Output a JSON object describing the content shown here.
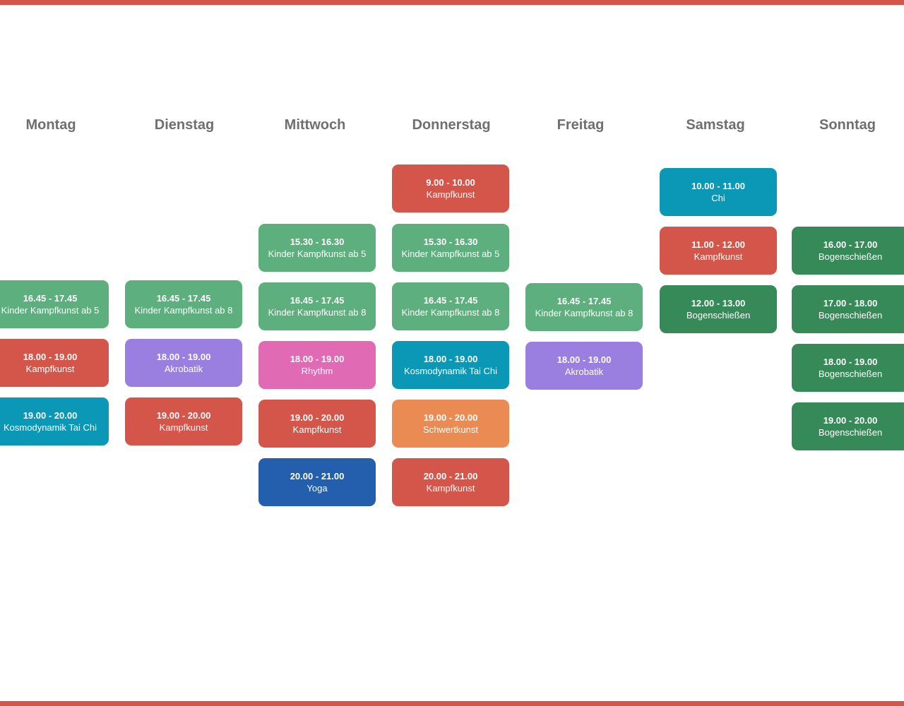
{
  "colors": {
    "accent_bar": "#d4554a",
    "heading": "#6f6f6f",
    "green_light": "#5daf7d",
    "green_dark": "#358a57",
    "red": "#d4554a",
    "purple": "#9b7fe0",
    "pink": "#e06bb4",
    "teal": "#0a98b6",
    "orange": "#e98b52",
    "blue": "#245fad"
  },
  "days": [
    {
      "name": "Montag",
      "events": [
        {
          "time": "16.45 - 17.45",
          "title": "Kinder Kampfkunst ab 5",
          "color": "green_light"
        },
        {
          "time": "18.00 - 19.00",
          "title": "Kampfkunst",
          "color": "red"
        },
        {
          "time": "19.00 - 20.00",
          "title": "Kosmodynamik Tai Chi",
          "color": "teal"
        }
      ]
    },
    {
      "name": "Dienstag",
      "events": [
        {
          "time": "16.45 - 17.45",
          "title": "Kinder Kampfkunst ab 8",
          "color": "green_light"
        },
        {
          "time": "18.00 - 19.00",
          "title": "Akrobatik",
          "color": "purple"
        },
        {
          "time": "19.00 - 20.00",
          "title": "Kampfkunst",
          "color": "red"
        }
      ]
    },
    {
      "name": "Mittwoch",
      "events": [
        {
          "time": "15.30 - 16.30",
          "title": "Kinder Kampfkunst ab 5",
          "color": "green_light"
        },
        {
          "time": "16.45 - 17.45",
          "title": "Kinder Kampfkunst ab 8",
          "color": "green_light"
        },
        {
          "time": "18.00 - 19.00",
          "title": "Rhythm",
          "color": "pink"
        },
        {
          "time": "19.00 - 20.00",
          "title": "Kampfkunst",
          "color": "red"
        },
        {
          "time": "20.00 - 21.00",
          "title": "Yoga",
          "color": "blue"
        }
      ]
    },
    {
      "name": "Donnerstag",
      "events": [
        {
          "time": "9.00 - 10.00",
          "title": "Kampfkunst",
          "color": "red"
        },
        {
          "time": "15.30 - 16.30",
          "title": "Kinder Kampfkunst ab 5",
          "color": "green_light"
        },
        {
          "time": "16.45 - 17.45",
          "title": "Kinder Kampfkunst ab 8",
          "color": "green_light"
        },
        {
          "time": "18.00 - 19.00",
          "title": "Kosmodynamik Tai Chi",
          "color": "teal"
        },
        {
          "time": "19.00 - 20.00",
          "title": "Schwertkunst",
          "color": "orange"
        },
        {
          "time": "20.00 - 21.00",
          "title": "Kampfkunst",
          "color": "red"
        }
      ]
    },
    {
      "name": "Freitag",
      "events": [
        {
          "time": "16.45 - 17.45",
          "title": "Kinder Kampfkunst ab 8",
          "color": "green_light"
        },
        {
          "time": "18.00 - 19.00",
          "title": "Akrobatik",
          "color": "purple"
        }
      ]
    },
    {
      "name": "Samstag",
      "events": [
        {
          "time": "10.00 - 11.00",
          "title": "Chi",
          "color": "teal"
        },
        {
          "time": "11.00 - 12.00",
          "title": "Kampfkunst",
          "color": "red"
        },
        {
          "time": "12.00 - 13.00",
          "title": "Bogenschießen",
          "color": "green_dark"
        }
      ]
    },
    {
      "name": "Sonntag",
      "events": [
        {
          "time": "16.00 - 17.00",
          "title": "Bogenschießen",
          "color": "green_dark"
        },
        {
          "time": "17.00 - 18.00",
          "title": "Bogenschießen",
          "color": "green_dark"
        },
        {
          "time": "18.00 - 19.00",
          "title": "Bogenschießen",
          "color": "green_dark"
        },
        {
          "time": "19.00 - 20.00",
          "title": "Bogenschießen",
          "color": "green_dark"
        }
      ]
    }
  ]
}
